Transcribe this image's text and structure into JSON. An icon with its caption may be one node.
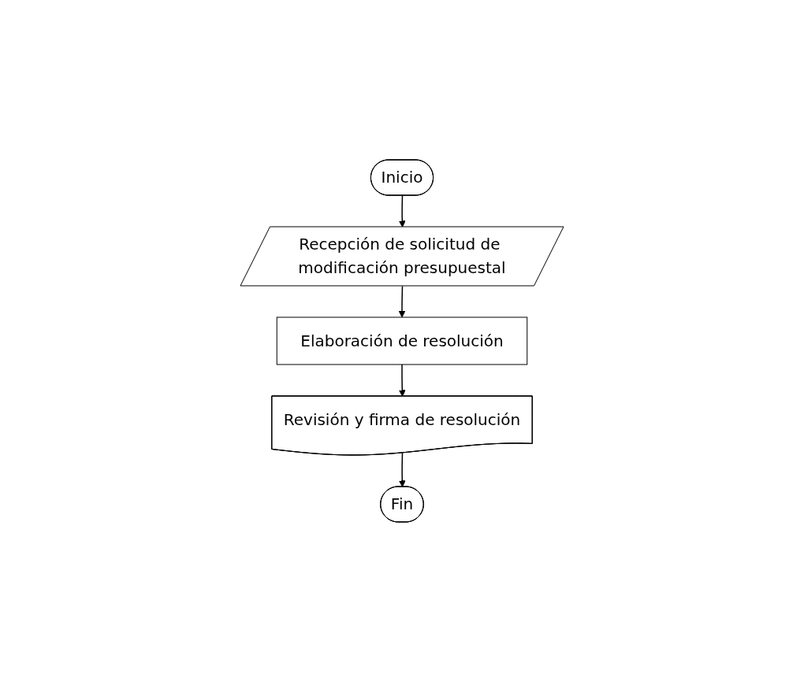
{
  "diagram": {
    "nodes": [
      {
        "text": [
          "Inicio"
        ]
      },
      {
        "text": [
          "Recepción de solicitud de modificación presupuestal"
        ]
      },
      {
        "text": [
          "Elaboración de resolución"
        ]
      },
      {
        "text": [
          "Revisión y firma de resolución"
        ]
      },
      {
        "text": [
          "Fin"
        ]
      }
    ],
    "edges": [
      {
        "from": 0,
        "to": 1,
        "arrow": "to"
      },
      {
        "from": 1,
        "to": 2,
        "arrow": "to"
      },
      {
        "from": 2,
        "to": 3,
        "arrow": "to"
      },
      {
        "from": 3,
        "to": 4,
        "arrow": "to"
      }
    ]
  }
}
